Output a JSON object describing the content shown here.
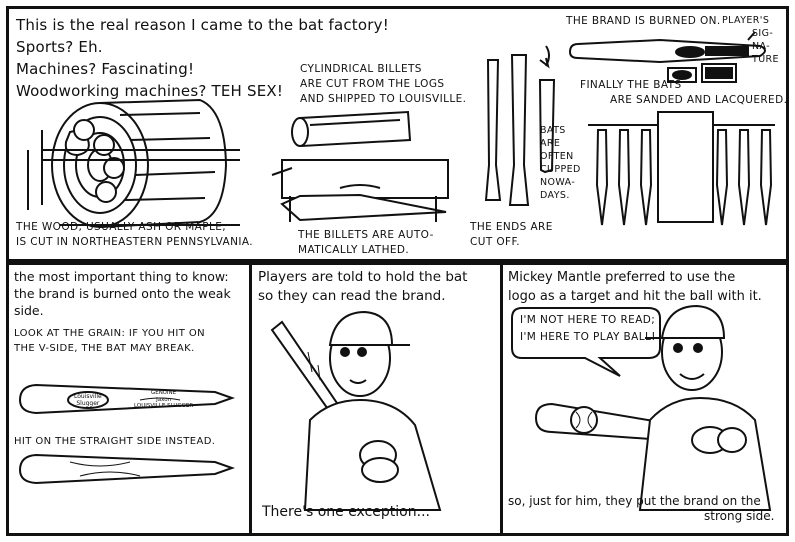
{
  "top_panel": {
    "intro": [
      "This is the real reason I came to the bat factory!",
      "Sports? Eh.",
      "Machines? Fascinating!",
      "Woodworking machines? TEH SEX!"
    ],
    "wood_caption": [
      "THE WOOD, USUALLY ASH OR MAPLE,",
      "IS CUT IN NORTHEASTERN PENNSYLVANIA."
    ],
    "billets_caption": [
      "CYLINDRICAL BILLETS",
      "ARE CUT FROM THE LOGS",
      "AND SHIPPED TO LOUISVILLE."
    ],
    "lathe_caption": [
      "THE BILLETS ARE AUTO-",
      "MATICALLY LATHED."
    ],
    "ends_caption": [
      "THE ENDS ARE",
      "CUT OFF."
    ],
    "cupped_caption": [
      "BATS",
      "ARE",
      "OFTEN",
      "CUPPED",
      "NOWA-",
      "DAYS."
    ],
    "brand_caption": "THE BRAND IS BURNED ON.",
    "signature_caption": [
      "PLAYER'S",
      "SIG-",
      "NA-",
      "TURE"
    ],
    "sanded_caption": [
      "FINALLY THE BATS",
      "ARE SANDED AND LACQUERED."
    ]
  },
  "bottom_left": {
    "intro": [
      "the most important thing to know:",
      "the brand is burned onto the weak",
      "side."
    ],
    "grain_caption": [
      "LOOK AT THE GRAIN: IF YOU HIT ON",
      "THE V-SIDE, THE BAT MAY BREAK."
    ],
    "bat_logo": [
      "Louisville",
      "Slugger"
    ],
    "bat_script": [
      "GENUINE",
      "Jaxon",
      "LOUISVILLE SLUGGER"
    ],
    "straight_caption": "HIT ON THE STRAIGHT SIDE INSTEAD."
  },
  "bottom_middle": {
    "intro": [
      "Players are told to hold the bat",
      "so they can read the brand."
    ],
    "footer": "There's one exception..."
  },
  "bottom_right": {
    "intro": [
      "Mickey Mantle preferred to use the",
      "logo as a target and hit the ball with it."
    ],
    "speech": [
      "I'M NOT HERE TO READ;",
      "I'M HERE TO PLAY BALL!"
    ],
    "footer": [
      "so, just for him, they put the brand on the",
      "strong side."
    ]
  }
}
